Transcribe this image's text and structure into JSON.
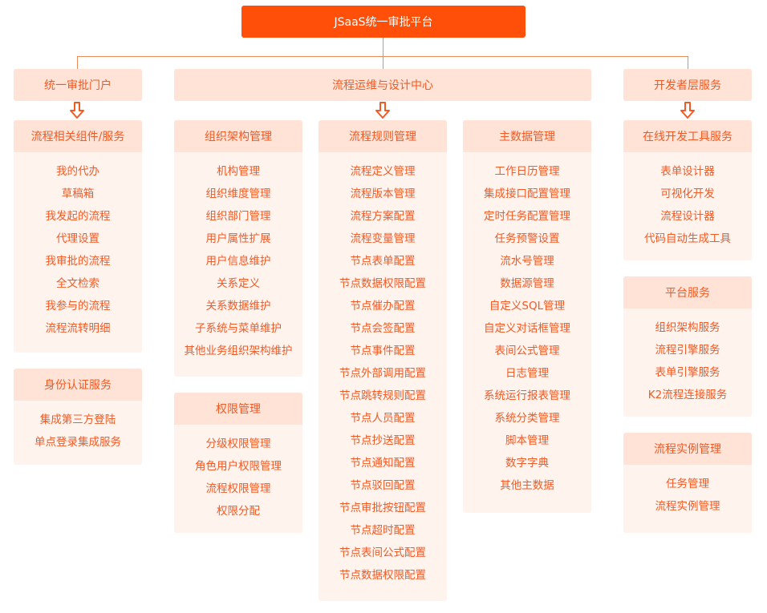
{
  "root": {
    "title": "JSaaS统一审批平台"
  },
  "categories": {
    "portal": "统一审批门户",
    "ops": "流程运维与设计中心",
    "dev": "开发者层服务"
  },
  "panels": {
    "process_components": {
      "title": "流程相关组件/服务",
      "items": [
        "我的代办",
        "草稿箱",
        "我发起的流程",
        "代理设置",
        "我审批的流程",
        "全文检索",
        "我参与的流程",
        "流程流转明细"
      ]
    },
    "identity_auth": {
      "title": "身份认证服务",
      "items": [
        "集成第三方登陆",
        "单点登录集成服务"
      ]
    },
    "org_structure": {
      "title": "组织架构管理",
      "items": [
        "机构管理",
        "组织维度管理",
        "组织部门管理",
        "用户属性扩展",
        "用户信息维护",
        "关系定义",
        "关系数据维护",
        "子系统与菜单维护",
        "其他业务组织架构维护"
      ]
    },
    "permission": {
      "title": "权限管理",
      "items": [
        "分级权限管理",
        "角色用户权限管理",
        "流程权限管理",
        "权限分配"
      ]
    },
    "process_rules": {
      "title": "流程规则管理",
      "items": [
        "流程定义管理",
        "流程版本管理",
        "流程方案配置",
        "流程变量管理",
        "节点表单配置",
        "节点数据权限配置",
        "节点催办配置",
        "节点会签配置",
        "节点事件配置",
        "节点外部调用配置",
        "节点跳转规则配置",
        "节点人员配置",
        "节点抄送配置",
        "节点通知配置",
        "节点驳回配置",
        "节点审批按钮配置",
        "节点超时配置",
        "节点表间公式配置",
        "节点数据权限配置"
      ]
    },
    "master_data": {
      "title": "主数据管理",
      "items": [
        "工作日历管理",
        "集成接口配置管理",
        "定时任务配置管理",
        "任务预警设置",
        "流水号管理",
        "数据源管理",
        "自定义SQL管理",
        "自定义对话框管理",
        "表间公式管理",
        "日志管理",
        "系统运行报表管理",
        "系统分类管理",
        "脚本管理",
        "数字字典",
        "其他主数据"
      ]
    },
    "online_dev": {
      "title": "在线开发工具服务",
      "items": [
        "表单设计器",
        "可视化开发",
        "流程设计器",
        "代码自动生成工具"
      ]
    },
    "platform": {
      "title": "平台服务",
      "items": [
        "组织架构服务",
        "流程引擎服务",
        "表单引擎服务",
        "K2流程连接服务"
      ]
    },
    "process_instance": {
      "title": "流程实例管理",
      "items": [
        "任务管理",
        "流程实例管理"
      ]
    }
  },
  "colors": {
    "root_bg": "#ff4f09",
    "header_bg": "#ffe3d6",
    "panel_bg": "#fff3ee",
    "text": "#f05a24",
    "connector": "#ef8a5a"
  }
}
